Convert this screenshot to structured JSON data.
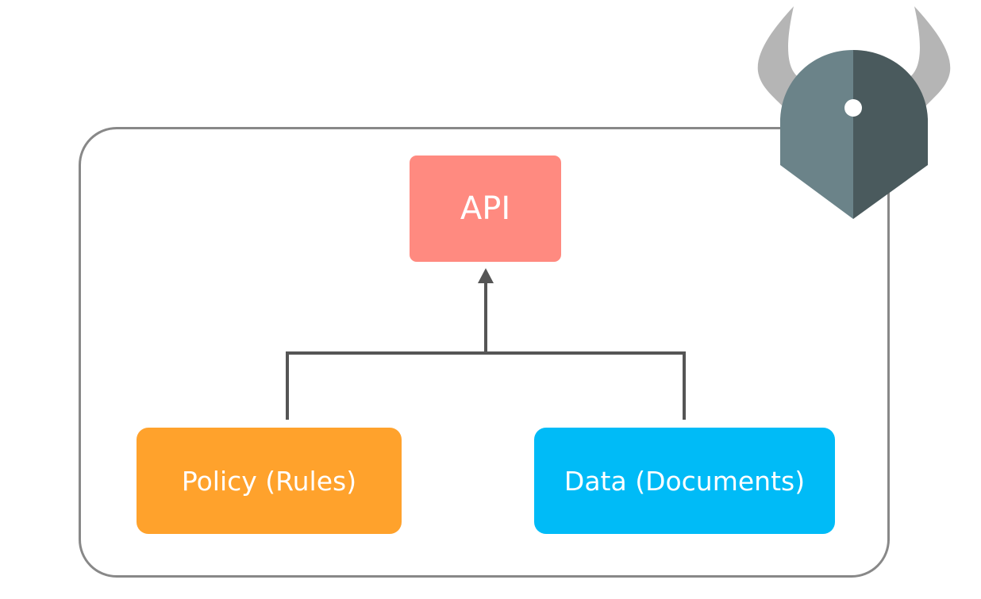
{
  "diagram": {
    "nodes": {
      "api": {
        "label": "API"
      },
      "policy": {
        "label": "Policy (Rules)"
      },
      "data": {
        "label": "Data (Documents)"
      }
    },
    "edges": [
      {
        "from": "policy",
        "to": "api"
      },
      {
        "from": "data",
        "to": "api"
      }
    ]
  },
  "colors": {
    "frame": "#888888",
    "connector": "#555555",
    "api": "#ff8a80",
    "policy": "#ffa22c",
    "data": "#00bbf7",
    "logo_horns": "#b5b5b5",
    "logo_left": "#6b8389",
    "logo_right": "#4a5a5d"
  },
  "logo": {
    "icon": "viking-helmet-logo"
  }
}
